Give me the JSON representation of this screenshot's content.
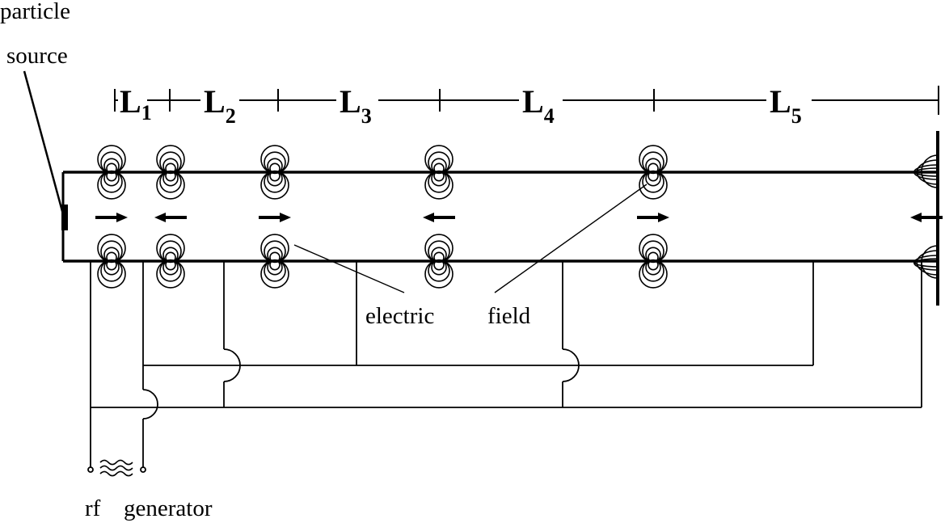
{
  "labels": {
    "particle": "particle",
    "source": "source",
    "electric": "electric",
    "field": "field",
    "rf": "rf",
    "generator": "generator"
  },
  "segments": [
    {
      "letter": "L",
      "sub": "1"
    },
    {
      "letter": "L",
      "sub": "2"
    },
    {
      "letter": "L",
      "sub": "3"
    },
    {
      "letter": "L",
      "sub": "4"
    },
    {
      "letter": "L",
      "sub": "5"
    }
  ],
  "field_arrows": [
    "right",
    "left",
    "right",
    "left",
    "right",
    "left"
  ],
  "colors": {
    "ink": "#000000",
    "background": "#ffffff"
  }
}
